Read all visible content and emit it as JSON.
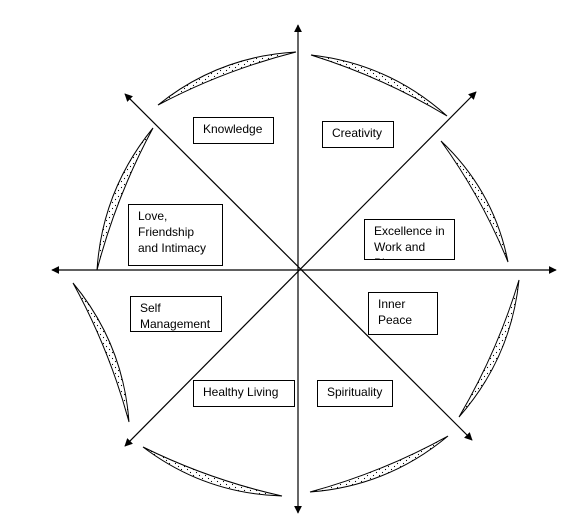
{
  "labels": {
    "knowledge": "Knowledge",
    "creativity": "Creativity",
    "love": "Love,\nFriendship\nand Intimacy",
    "excellence": "Excellence in\nWork and Play",
    "self_management": "Self\nManagement",
    "inner_peace": "Inner\nPeace",
    "healthy_living": "Healthy Living",
    "spirituality": "Spirituality"
  }
}
